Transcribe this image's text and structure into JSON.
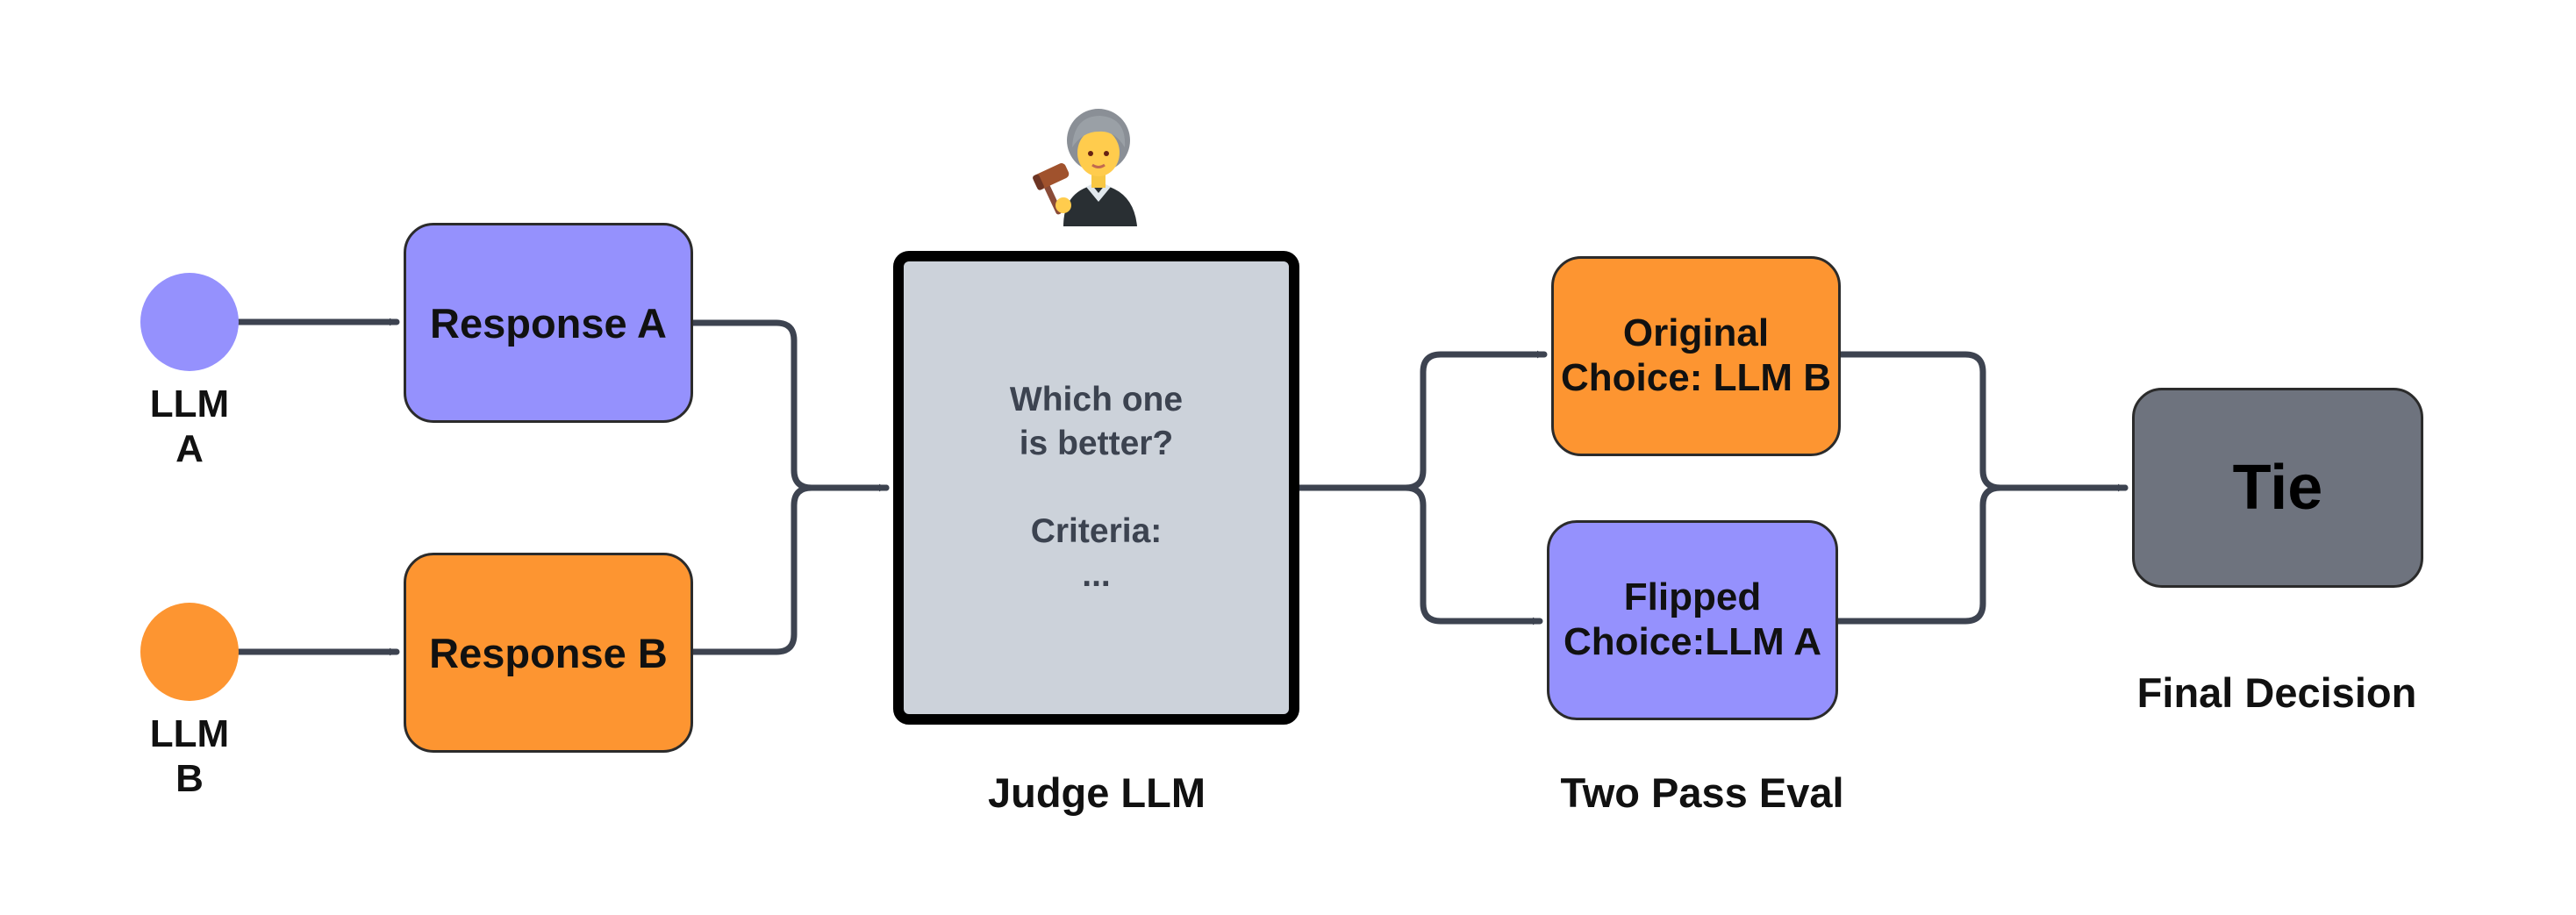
{
  "sources": {
    "llm_a": {
      "label_line1": "LLM",
      "label_line2": "A",
      "color": "#9591fd"
    },
    "llm_b": {
      "label_line1": "LLM",
      "label_line2": "B",
      "color": "#fd9531"
    }
  },
  "responses": {
    "a": {
      "label": "Response A",
      "color": "#9591fd"
    },
    "b": {
      "label": "Response B",
      "color": "#fd9531"
    }
  },
  "judge": {
    "prompt_line1": "Which one",
    "prompt_line2": "is better?",
    "criteria_line1": "Criteria:",
    "criteria_line2": "...",
    "caption": "Judge LLM",
    "fill": "#ccd2da",
    "icon": "judge-person-with-gavel-icon"
  },
  "two_pass": {
    "original_line1": "Original",
    "original_line2": "Choice: LLM B",
    "flipped_line1": "Flipped",
    "flipped_line2": "Choice:LLM A",
    "caption": "Two Pass Eval"
  },
  "final": {
    "result": "Tie",
    "caption": "Final Decision",
    "fill": "#6e737e"
  },
  "colors": {
    "connector": "#3d4350",
    "purple": "#9591fd",
    "orange": "#fd9531"
  }
}
